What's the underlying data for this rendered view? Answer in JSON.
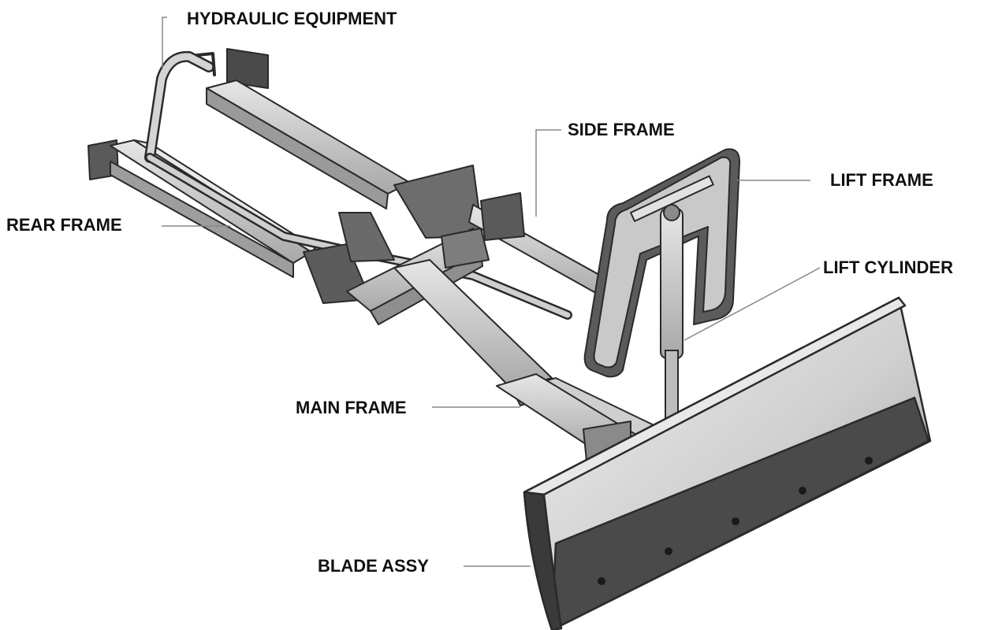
{
  "diagram": {
    "labels": {
      "hydraulic": "HYDRAULIC EQUIPMENT",
      "side_frame": "SIDE FRAME",
      "lift_frame": "LIFT FRAME",
      "rear_frame": "REAR FRAME",
      "lift_cylinder": "LIFT CYLINDER",
      "main_frame": "MAIN FRAME",
      "blade_assy": "BLADE ASSY"
    },
    "colors": {
      "label_text": "#111111",
      "leader": "#888888",
      "metal_light": "#d9d9d9",
      "metal_mid": "#b5b5b5",
      "metal_dark": "#4a4a4a",
      "outline": "#2a2a2a"
    }
  }
}
